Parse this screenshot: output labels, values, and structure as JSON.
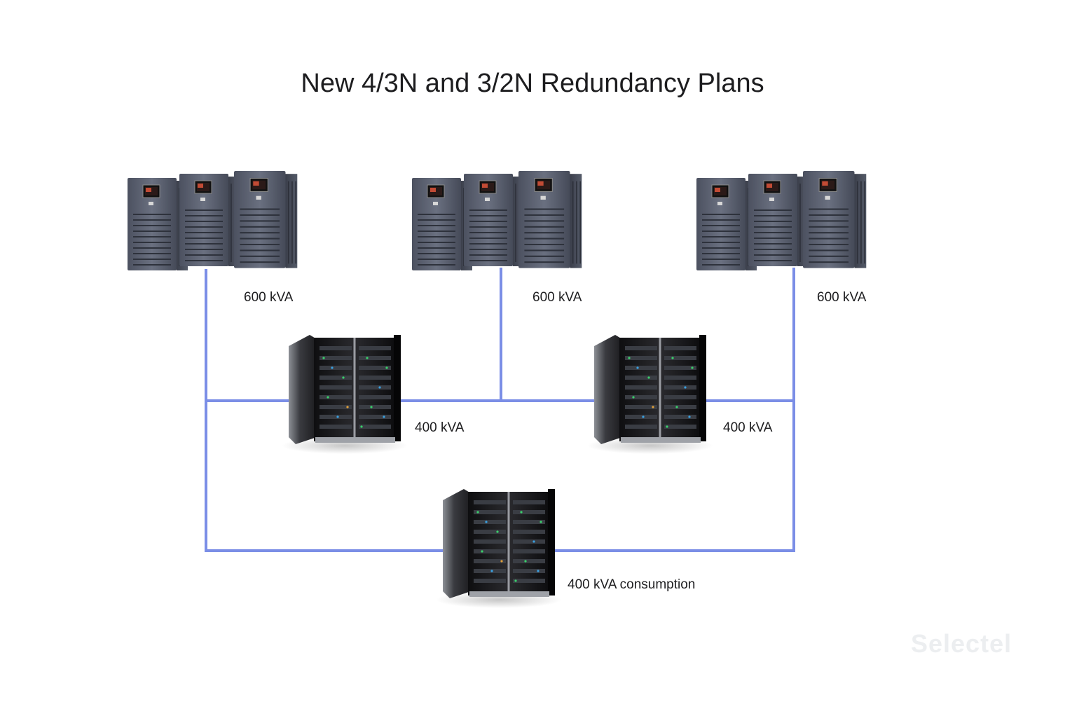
{
  "title": "New 4/3N and 3/2N Redundancy Plans",
  "colors": {
    "link": "#7b8ee6",
    "ups_body": "#5b6070",
    "rack_body": "#1a1a1c"
  },
  "ups_groups": [
    {
      "id": "ups-1",
      "label": "600 kVA"
    },
    {
      "id": "ups-2",
      "label": "600 kVA"
    },
    {
      "id": "ups-3",
      "label": "600 kVA"
    }
  ],
  "racks": [
    {
      "id": "rack-1",
      "label": "400 kVA"
    },
    {
      "id": "rack-2",
      "label": "400 kVA"
    },
    {
      "id": "rack-3",
      "label": "400 kVA consumption"
    }
  ],
  "watermark": "Selectel"
}
